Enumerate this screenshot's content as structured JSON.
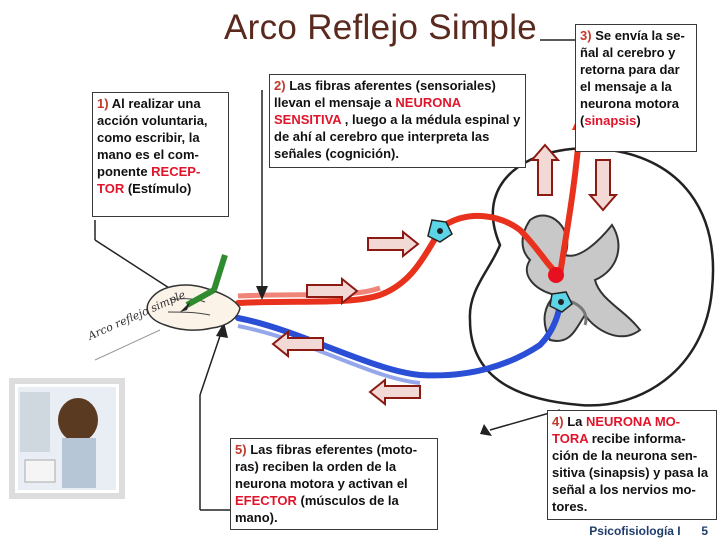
{
  "title": "Arco Reflejo Simple",
  "box1": {
    "num": "1)",
    "text_a": "Al realizar una acción voluntaria, como escribir,  la mano es el com-ponente ",
    "highlight": "RECEP-TOR",
    "text_b": "  (Estímulo)"
  },
  "box2": {
    "num": "2)",
    "text_a": "Las fibras aferentes (sensoriales) llevan el mensaje a ",
    "highlight": "NEURONA SENSITIVA",
    "text_b": " , luego a la médula espinal y de ahí al cerebro que interpreta las señales (cognición)."
  },
  "box3": {
    "num": "3)",
    "text_a": "Se envía la se-ñal al cerebro y retorna para dar el mensaje a la neurona motora (",
    "highlight": "sinapsis",
    "text_b": ")"
  },
  "box4": {
    "num": "4)",
    "text_a": "La ",
    "highlight": "NEURONA MO-TORA",
    "text_b": " recibe informa-ción de la neurona sen-sitiva (sinapsis) y pasa la señal a los nervios mo-tores."
  },
  "box5": {
    "num": "5)",
    "text_a": "Las fibras eferentes (moto-ras) reciben  la orden de la neurona motora y activan el ",
    "highlight": "EFECTOR",
    "text_b": " (músculos de la mano)."
  },
  "hand_label": "Arco reflejo simple",
  "footer": {
    "course": "Psicofisiología I",
    "page": "5"
  },
  "colors": {
    "sensory": "#e8321e",
    "motor": "#2a4fd6",
    "arrow_fill": "#f3d9d6",
    "arrow_stroke": "#8b1a12",
    "title": "#5a2a1f"
  }
}
